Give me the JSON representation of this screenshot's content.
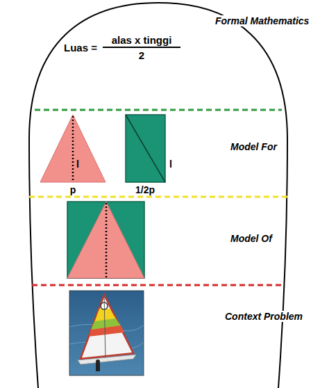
{
  "diagram": {
    "labels": [
      "Luas =",
      "alas x tinggi",
      "2",
      "Formal Mathematics",
      "l",
      "p",
      "l",
      "1/2p",
      "Model For",
      "Model Of",
      "Context Problem"
    ]
  }
}
